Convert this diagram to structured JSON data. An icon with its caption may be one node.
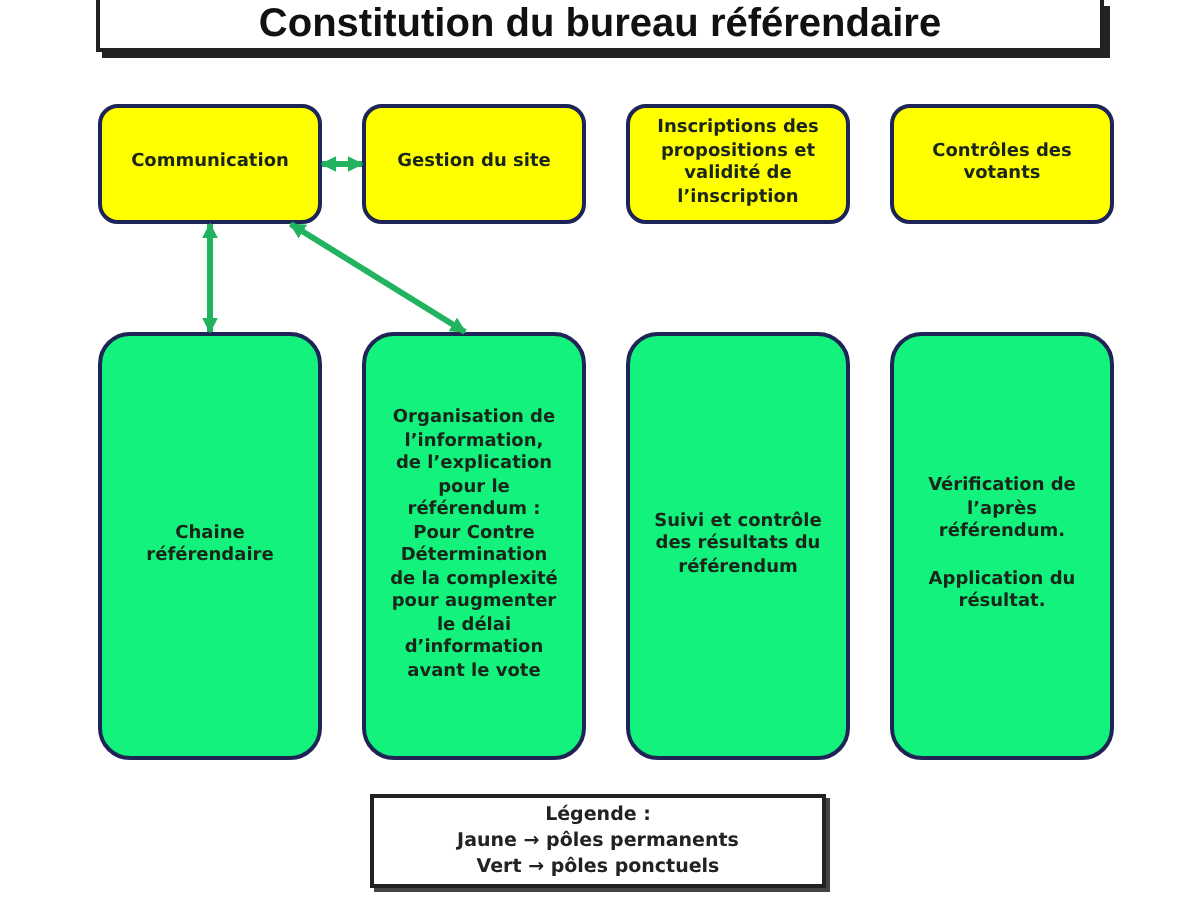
{
  "diagram": {
    "title": "Constitution du bureau référendaire",
    "nodes": [
      {
        "text": [
          "Communication"
        ]
      },
      {
        "text": [
          "Gestion du site"
        ]
      },
      {
        "text": [
          "Inscriptions des propositions et validité de l’inscription"
        ]
      },
      {
        "text": [
          "Contrôles des votants"
        ]
      },
      {
        "text": [
          "Chaine référendaire"
        ]
      },
      {
        "text": [
          "Organisation de l’information, de l’explication pour le référendum : Pour Contre Détermination de la complexité pour augmenter le délai d’information avant le vote"
        ]
      },
      {
        "text": [
          "Suivi et contrôle des résultats du référendum"
        ]
      },
      {
        "text": [
          "Vérification de l’après référendum.",
          "Application du résultat."
        ]
      }
    ],
    "edges": [
      {
        "from": 0,
        "to": 1,
        "arrow": "both"
      },
      {
        "from": 0,
        "to": 4,
        "arrow": "both"
      },
      {
        "from": 0,
        "to": 5,
        "arrow": "both"
      }
    ],
    "labels": [
      "Légende :"
    ],
    "legend": [
      {
        "text": "Jaune → pôles permanents"
      },
      {
        "text": "Vert → pôles ponctuels"
      }
    ]
  }
}
